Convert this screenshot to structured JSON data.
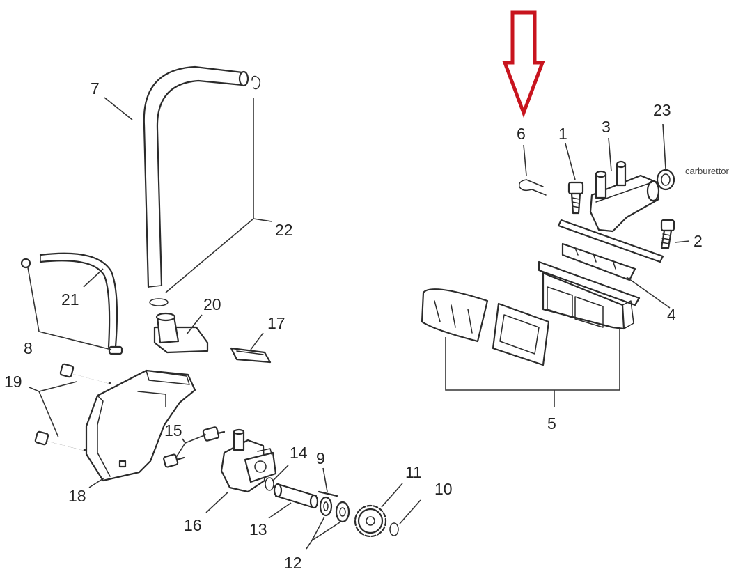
{
  "labels": {
    "p1": "1",
    "p2": "2",
    "p3": "3",
    "p4": "4",
    "p5": "5",
    "p6": "6",
    "p7": "7",
    "p8": "8",
    "p9": "9",
    "p10": "10",
    "p11": "11",
    "p12": "12",
    "p13": "13",
    "p14": "14",
    "p15": "15",
    "p16": "16",
    "p17": "17",
    "p18": "18",
    "p19": "19",
    "p20": "20",
    "p21": "21",
    "p22": "22",
    "p23": "23"
  },
  "annotation": "carburettor",
  "colors": {
    "arrow": "#c8141e",
    "line": "#2b2b2b"
  },
  "icons": {
    "highlight": "arrow-down-icon"
  }
}
